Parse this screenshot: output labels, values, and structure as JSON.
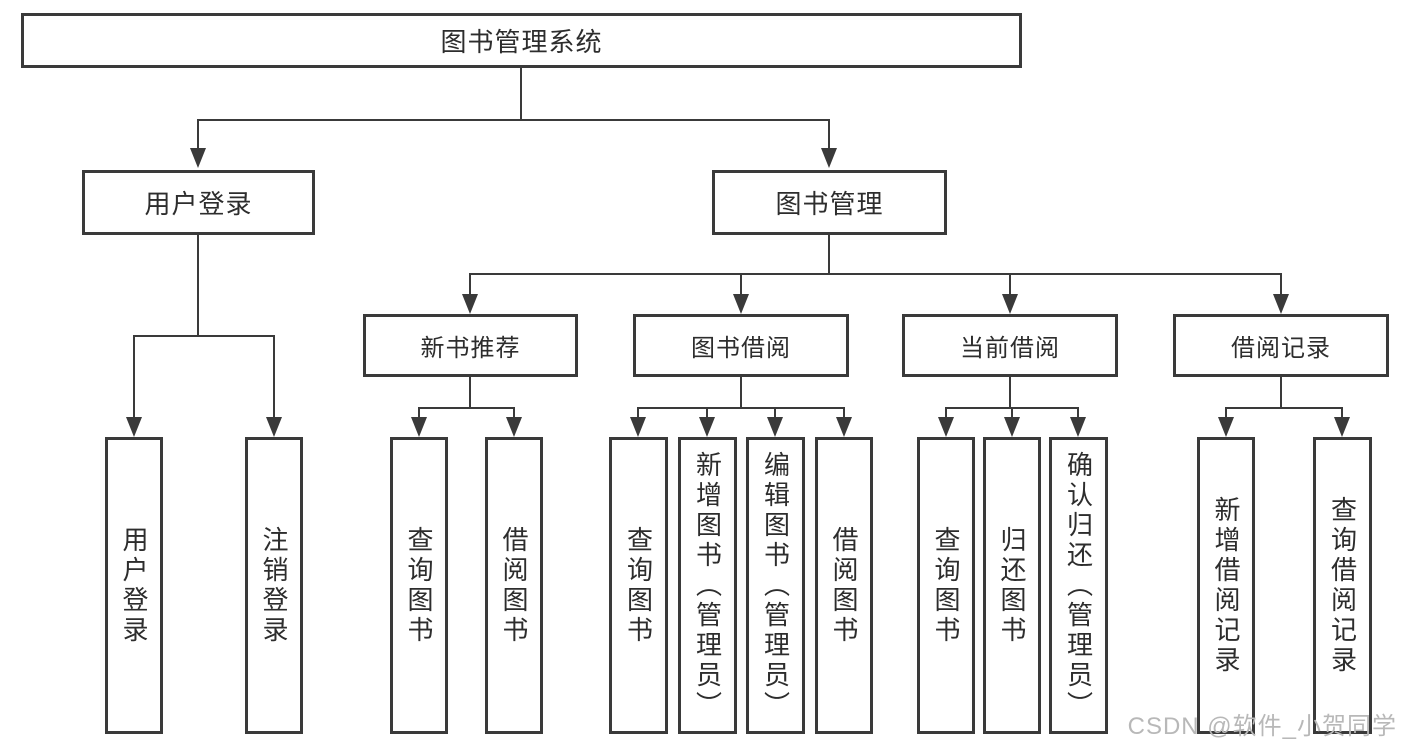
{
  "colors": {
    "line": "#3a3a3a",
    "text": "#2d2d2d",
    "watermark": "#b8b8b8",
    "background": "#ffffff"
  },
  "nodes": {
    "root": "图书管理系统",
    "user_login": "用户登录",
    "book_management": "图书管理",
    "new_book_recommendation": "新书推荐",
    "book_borrowing": "图书借阅",
    "current_borrowing": "当前借阅",
    "borrowing_records": "借阅记录",
    "leaf_user_login": "用户登录",
    "leaf_logout": "注销登录",
    "leaf_recommend_query_books": "查询图书",
    "leaf_recommend_borrow_books": "借阅图书",
    "leaf_borrow_query_books": "查询图书",
    "leaf_add_books_admin": "新增图书（管理员）",
    "leaf_edit_books_admin": "编辑图书（管理员）",
    "leaf_borrow_books": "借阅图书",
    "leaf_current_query_books": "查询图书",
    "leaf_return_books": "归还图书",
    "leaf_confirm_return_admin": "确认归还（管理员）",
    "leaf_add_borrow_record": "新增借阅记录",
    "leaf_query_borrow_record": "查询借阅记录"
  },
  "watermark": "CSDN @软件_小贺同学"
}
